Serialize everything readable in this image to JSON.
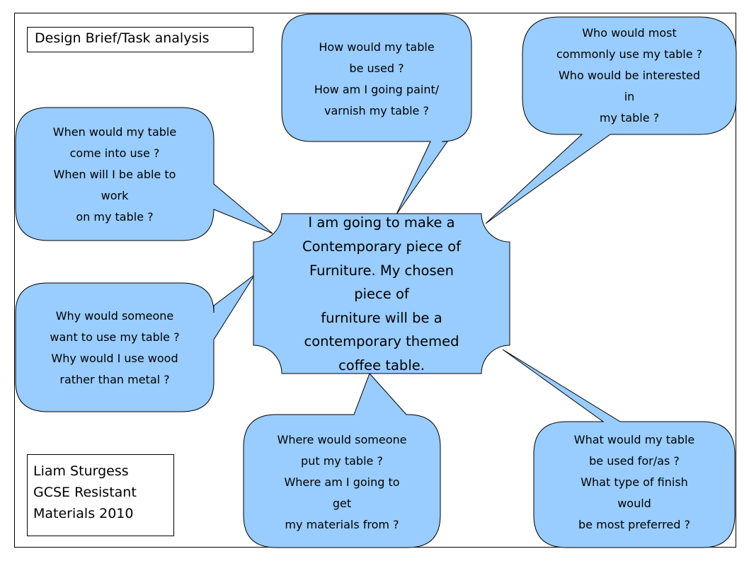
{
  "title": "Design Brief/Task analysis",
  "author": [
    "Liam Sturgess",
    "GCSE Resistant",
    "Materials 2010"
  ],
  "center": {
    "lines": [
      "I am going to make a",
      "Contemporary piece of",
      "Furniture. My chosen",
      "piece of",
      "furniture will be a",
      "contemporary themed",
      "coffee table."
    ]
  },
  "bubbles": {
    "how": {
      "lines": [
        "How would my table",
        "be used ?",
        "How am I going paint/",
        "varnish my table ?"
      ]
    },
    "who": {
      "lines": [
        "Who would most",
        "commonly use my table ?",
        "Who would be interested",
        "in",
        "my table ?"
      ]
    },
    "when": {
      "lines": [
        "When would my table",
        "come into use ?",
        "When will I be able to",
        "work",
        "on my table ?"
      ]
    },
    "why": {
      "lines": [
        "Why would someone",
        "want to use my table ?",
        "Why would I use wood",
        "rather than metal ?"
      ]
    },
    "where": {
      "lines": [
        "Where would someone",
        "put my table  ?",
        "Where am I going to",
        "get",
        "my materials from ?"
      ]
    },
    "what": {
      "lines": [
        "What would my table",
        "be used for/as ?",
        "What type of finish",
        "would",
        "be most preferred ?"
      ]
    }
  },
  "colors": {
    "bubble_fill": "#99ccff",
    "outline": "#000000",
    "background": "#ffffff"
  }
}
